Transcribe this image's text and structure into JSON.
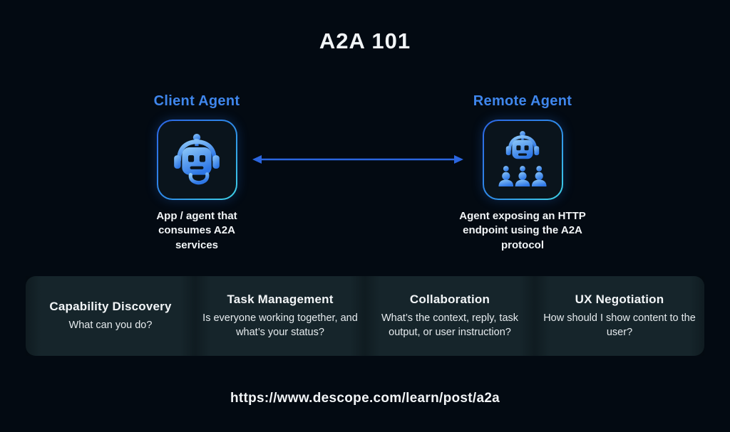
{
  "title": "A2A 101",
  "client_agent": {
    "heading": "Client Agent",
    "caption": "App / agent that consumes A2A services",
    "icon": "robot-headset-icon"
  },
  "remote_agent": {
    "heading": "Remote Agent",
    "caption": "Agent exposing an HTTP endpoint using the A2A protocol",
    "icon": "robot-team-icon"
  },
  "connector": {
    "icon": "bidirectional-arrow-icon"
  },
  "features": [
    {
      "title": "Capability Discovery",
      "description": "What can you do?"
    },
    {
      "title": "Task Management",
      "description": "Is everyone working together, and what’s your status?"
    },
    {
      "title": "Collaboration",
      "description": "What’s the context, reply, task output, or user instruction?"
    },
    {
      "title": "UX Negotiation",
      "description": "How should I show content to the user?"
    }
  ],
  "footer": {
    "url": "https://www.descope.com/learn/post/a2a"
  },
  "colors": {
    "background": "#030a12",
    "accent_blue": "#3f86ec",
    "arrow_blue": "#2b66e0",
    "panel_bg": "#16252b",
    "text_white": "#f2f5f7",
    "text_soft": "#e6ebee",
    "icon_gradient_top": "#8ec9f9",
    "icon_gradient_bottom": "#2e77e6",
    "border_gradient_start": "#2c66e4",
    "border_gradient_end": "#3fd4e6"
  }
}
